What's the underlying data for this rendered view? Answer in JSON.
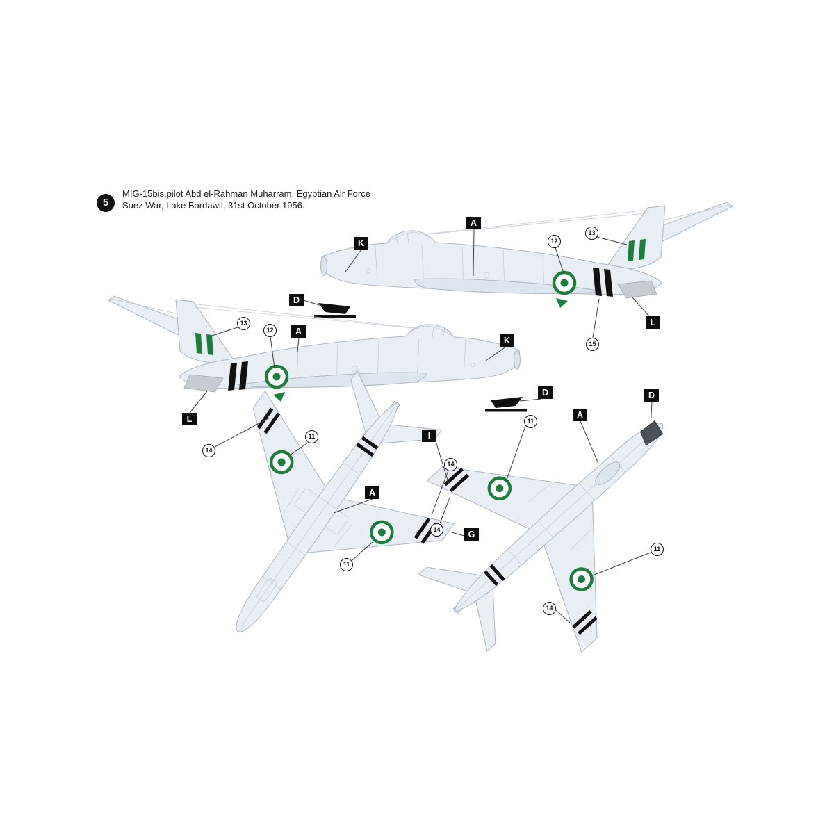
{
  "header": {
    "badge_number": "5",
    "line1": "MIG-15bis,pilot Abd el-Rahman Muharram, Egyptian Air Force",
    "line2": "Suez War, Lake Bardawil, 31st October 1956."
  },
  "markers": {
    "A": "A",
    "K": "K",
    "D": "D",
    "L": "L",
    "I": "I",
    "G": "G",
    "n11": "11",
    "n12": "12",
    "n13": "13",
    "n14": "14",
    "n15": "15"
  },
  "colors": {
    "decal_green": "#1b7e3c",
    "marker_black": "#0e0e0e",
    "airframe_fill": "#e9eef4",
    "airframe_outline": "#a7b5c3",
    "panel_line": "#c2ccd7"
  }
}
